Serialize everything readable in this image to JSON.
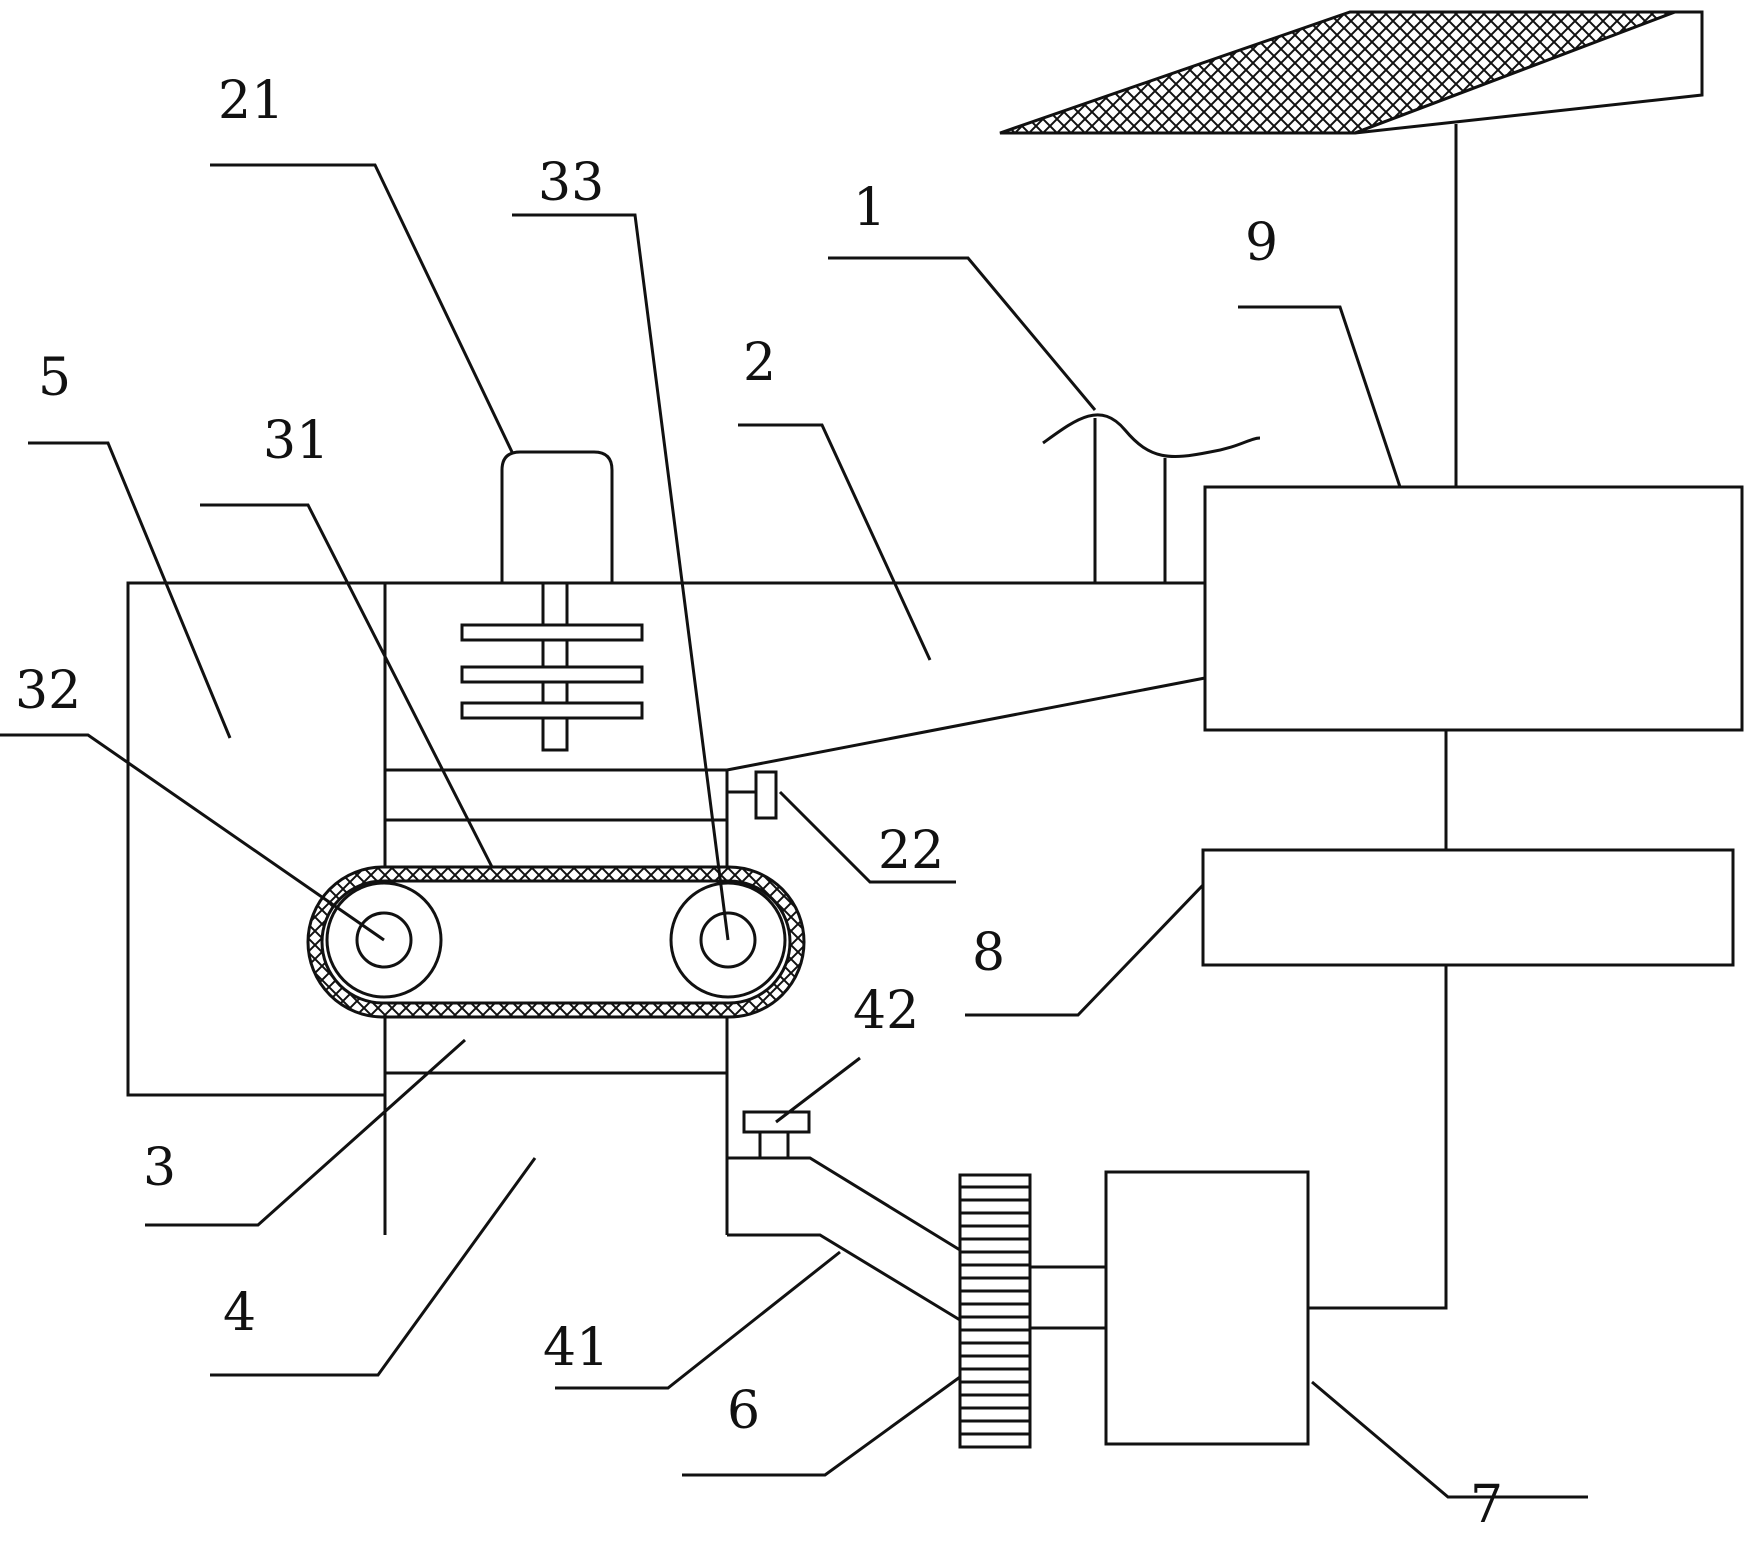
{
  "figure": {
    "labels": {
      "l1": "1",
      "l2": "2",
      "l3": "3",
      "l4": "4",
      "l5": "5",
      "l6": "6",
      "l7": "7",
      "l8": "8",
      "l9": "9",
      "l21": "21",
      "l22": "22",
      "l31": "31",
      "l32": "32",
      "l33": "33",
      "l41": "41",
      "l42": "42"
    },
    "colors": {
      "stroke": "#111111",
      "background": "#ffffff",
      "hatch": "#111111"
    }
  }
}
